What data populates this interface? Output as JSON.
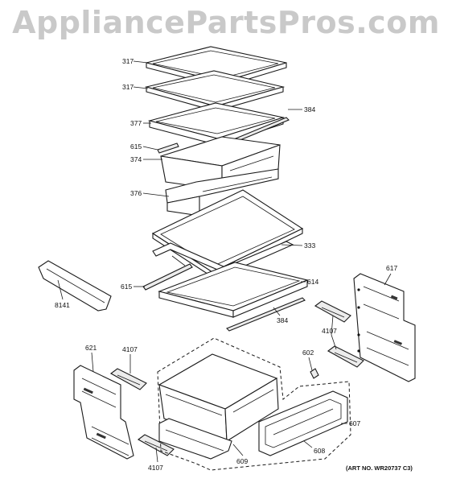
{
  "watermark": "AppliancePartsPros.com",
  "art_number": "(ART NO. WR20737 C3)",
  "callouts": {
    "c317a": "317",
    "c317b": "317",
    "c384a": "384",
    "c377": "377",
    "c615a": "615",
    "c374": "374",
    "c376": "376",
    "c333": "333",
    "c615b": "615",
    "c614": "614",
    "c8141": "8141",
    "c384b": "384",
    "c617": "617",
    "c4107a": "4107",
    "c621": "621",
    "c4107b": "4107",
    "c602": "602",
    "c607": "607",
    "c608": "608",
    "c609": "609",
    "c4107c": "4107"
  }
}
